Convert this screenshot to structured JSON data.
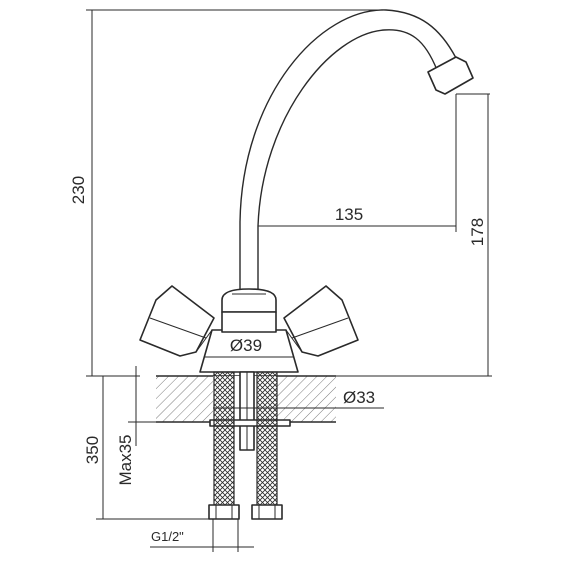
{
  "dimensions": {
    "overall_height": "230",
    "reach": "135",
    "spout_height": "178",
    "body_diameter": "Ø39",
    "hole_diameter": "Ø33",
    "hose_length": "350",
    "max_mount": "Max35",
    "thread": "G1/2\""
  },
  "colors": {
    "line": "#2a2a2a",
    "hatch": "#5a5a5a",
    "background": "#ffffff"
  }
}
